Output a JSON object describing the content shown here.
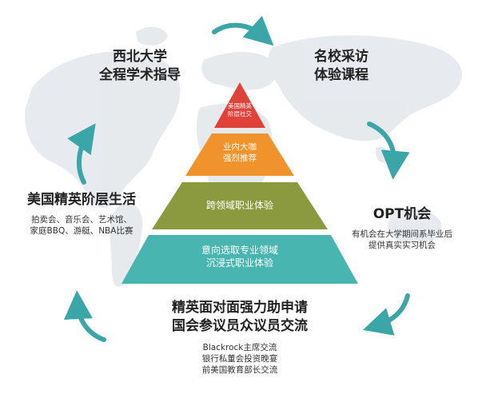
{
  "top_left": {
    "line1": "西北大学",
    "line2": "全程学术指导"
  },
  "top_right": {
    "line1": "名校采访",
    "line2": "体验课程"
  },
  "left": {
    "title": "美国精英阶层生活",
    "line1": "拍卖会、音乐会、艺术馆、",
    "line2": "家庭BBQ、游艇、NBA比赛"
  },
  "right": {
    "title": "OPT机会",
    "line1": "有机会在大学期间系毕业后",
    "line2": "提供真实实习机会"
  },
  "bottom": {
    "title1": "精英面对面强力助申请",
    "title2": "国会参议员众议员交流",
    "line1": "Blackrock主席交流",
    "line2": "银行私董会投资晚宴",
    "line3": "前美国教育部长交流"
  },
  "pyramid": [
    {
      "line1": "美国精英",
      "line2": "阶层社交",
      "color": "#e0423a"
    },
    {
      "line1": "业内大咖",
      "line2": "强烈推荐",
      "color": "#f0932b"
    },
    {
      "line1": "跨领域职业体验",
      "line2": "",
      "color": "#8c9a3f"
    },
    {
      "line1": "意向选取专业领域",
      "line2": "沉浸式职业体验",
      "color": "#48b5b1"
    }
  ],
  "colors": {
    "arrow": "#3aa6a8",
    "map": "#dadfe4"
  }
}
